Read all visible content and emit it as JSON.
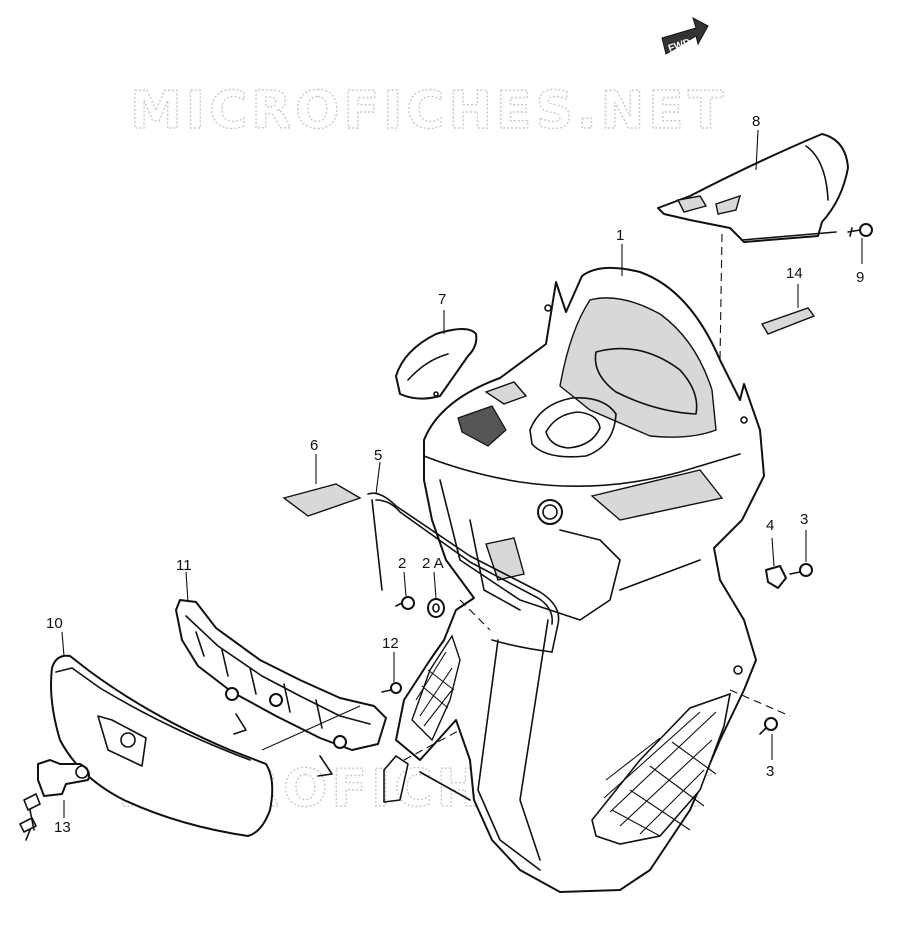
{
  "badge": {
    "label": "FWD"
  },
  "watermark": {
    "top": "MICROFICHES.NET",
    "bottom": "MICROFICHES.NET"
  },
  "parts": {
    "p1": "1",
    "p2": "2",
    "p2a": "2 A",
    "p3a": "3",
    "p3b": "3",
    "p4": "4",
    "p5": "5",
    "p6": "6",
    "p7": "7",
    "p8": "8",
    "p9": "9",
    "p10": "10",
    "p11": "11",
    "p12": "12",
    "p13": "13",
    "p14": "14"
  },
  "colors": {
    "line": "#111111",
    "shade": "#d8d8d8",
    "watermark": "#c9c9c9"
  }
}
